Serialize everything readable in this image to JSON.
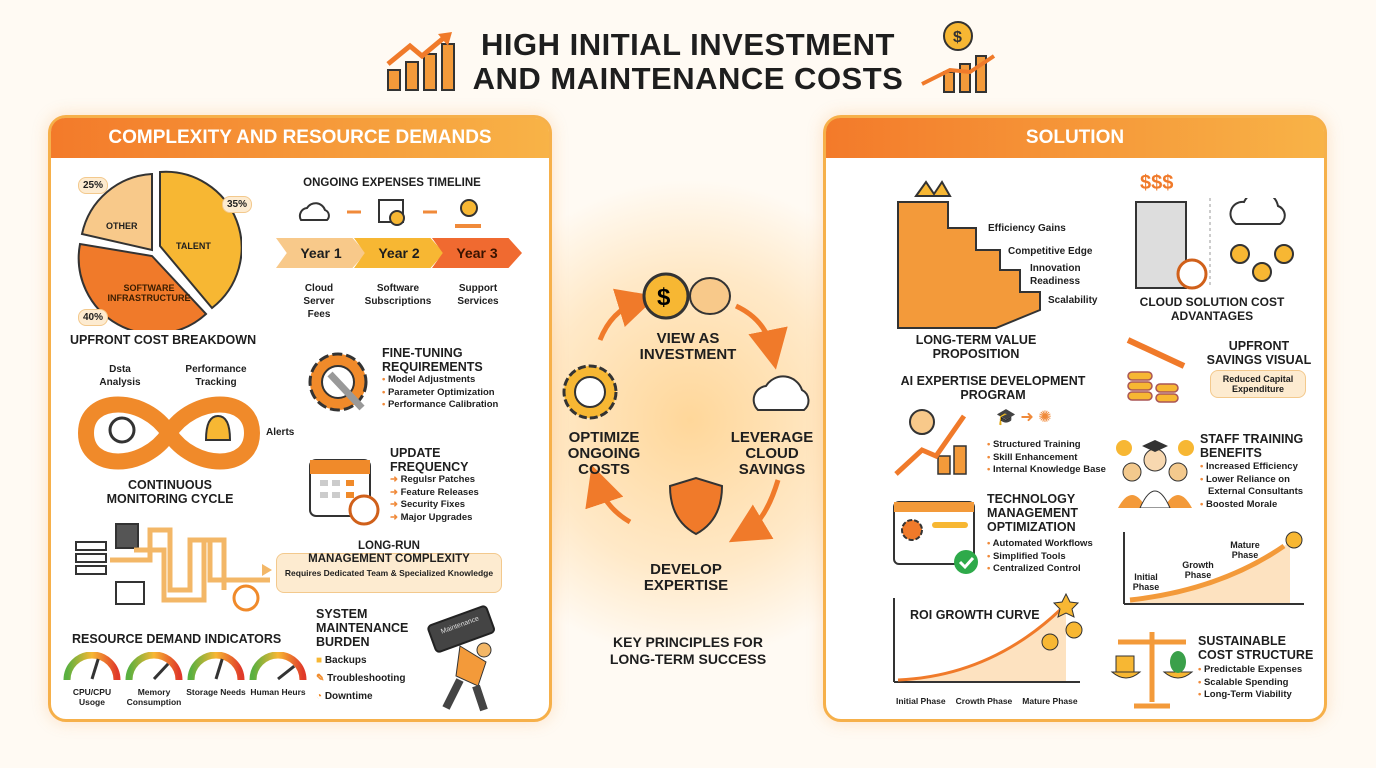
{
  "title": {
    "line1": "HIGH INITIAL INVESTMENT",
    "line2": "AND MAINTENANCE COSTS"
  },
  "left": {
    "header": "COMPLEXITY AND RESOURCE DEMANDS",
    "pie": {
      "title": "UPFRONT COST BREAKDOWN",
      "slices": [
        {
          "label": "OTHER",
          "pct": "25%",
          "color": "#f8c98a"
        },
        {
          "label": "TALENT",
          "pct": "35%",
          "color": "#f7b733"
        },
        {
          "label": "SOFTWARE INFRASTRUCTURE",
          "pct": "40%",
          "color": "#f07a2a"
        }
      ]
    },
    "timeline": {
      "title": "ONGOING EXPENSES TIMELINE",
      "years": [
        {
          "label": "Year 1",
          "desc": "Cloud Server Fees"
        },
        {
          "label": "Year 2",
          "desc": "Software Subscriptions"
        },
        {
          "label": "Year 3",
          "desc": "Support Services"
        }
      ]
    },
    "monitoring": {
      "title1": "CONTINUOUS",
      "title2": "MONITORING CYCLE",
      "labels": [
        "Dsta Analysis",
        "Performance Tracking",
        "Alerts"
      ]
    },
    "finetuning": {
      "title1": "FINE-TUNING",
      "title2": "REQUIREMENTS",
      "items": [
        "Model Adjustments",
        "Parameter Optimization",
        "Performance Calibration"
      ]
    },
    "update": {
      "title1": "UPDATE",
      "title2": "FREQUENCY",
      "items": [
        "Regulsr Patches",
        "Feature Releases",
        "Security Fixes",
        "Major Upgrades"
      ]
    },
    "longrun": {
      "title1": "LONG-RUN",
      "title2": "MANAGEMENT COMPLEXITY",
      "sub": "Requires Dedicated Team & Specialized Knowledge"
    },
    "maintenance": {
      "title": [
        "SYSTEM",
        "MAINTENANCE",
        "BURDEN"
      ],
      "items": [
        "Backups",
        "Troubleshooting",
        "Downtime"
      ],
      "box_label": "Maintenance"
    },
    "indicators": {
      "title": "RESOURCE DEMAND INDICATORS",
      "gauges": [
        {
          "label": "CPU/CPU Usoge",
          "level": 0.6
        },
        {
          "label": "Memory Consumption",
          "level": 0.75
        },
        {
          "label": "Storage Needs",
          "level": 0.6
        },
        {
          "label": "Human Heurs",
          "level": 0.8
        }
      ]
    }
  },
  "center": {
    "steps": [
      "VIEW AS INVESTMENT",
      "LEVERAGE CLOUD SAVINGS",
      "DEVELOP EXPERTISE",
      "OPTIMIZE ONGOING COSTS"
    ],
    "caption": "KEY PRINCIPLES FOR LONG-TERM SUCCESS"
  },
  "right": {
    "header": "SOLUTION",
    "value": {
      "title": "LONG-TERM VALUE PROPOSITION",
      "steps": [
        "Efficiency Gains",
        "Competitive Edge",
        "Innovation Readiness",
        "Scalability"
      ]
    },
    "cloud": {
      "title": "CLOUD SOLUTION COST ADVANTAGES",
      "symbol": "$$$"
    },
    "savings": {
      "title1": "UPFRONT",
      "title2": "SAVINGS VISUAL",
      "box": "Reduced Capital Expenditure"
    },
    "ai": {
      "title1": "AI EXPERTISE DEVELOPMENT",
      "title2": "PROGRAM",
      "items": [
        "Structured Training",
        "Skill Enhancement",
        "Internal Knowledge Base"
      ]
    },
    "staff": {
      "title1": "STAFF TRAINING",
      "title2": "BENEFITS",
      "items": [
        "Increased Efficiency",
        "Lower Reliance on External Consultants",
        "Boosted Morale"
      ]
    },
    "tech": {
      "title": [
        "TECHNOLOGY",
        "MANAGEMENT",
        "OPTIMIZATION"
      ],
      "items": [
        "Automated Workflows",
        "Simplified Tools",
        "Centralized Control"
      ]
    },
    "phases": {
      "labels": [
        "Initial Phase",
        "Growth Phase",
        "Mature Phase"
      ]
    },
    "roi": {
      "title": "ROI GROWTH CURVE",
      "labels": [
        "Initial Phase",
        "Crowth Phase",
        "Mature Phase"
      ]
    },
    "sustainable": {
      "title1": "SUSTAINABLE",
      "title2": "COST STRUCTURE",
      "items": [
        "Predictable Expenses",
        "Scalable Spending",
        "Long-Term Viability"
      ]
    }
  },
  "colors": {
    "accent": "#f37a2a",
    "gold": "#f7b733",
    "light": "#fdebd0"
  }
}
